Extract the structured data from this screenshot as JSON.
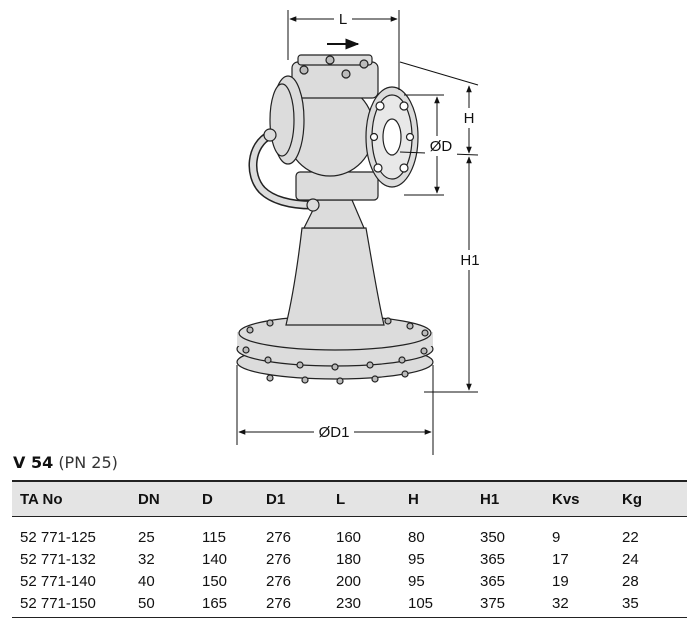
{
  "drawing": {
    "dimension_labels": {
      "L": "L",
      "H": "H",
      "D": "ØD",
      "H1": "H1",
      "D1": "ØD1"
    }
  },
  "caption": {
    "model": "V 54",
    "rating": "(PN 25)"
  },
  "table": {
    "headers": [
      "TA No",
      "DN",
      "D",
      "D1",
      "L",
      "H",
      "H1",
      "Kvs",
      "Kg"
    ],
    "rows": [
      [
        "52 771-125",
        "25",
        "115",
        "276",
        "160",
        "80",
        "350",
        "9",
        "22"
      ],
      [
        "52 771-132",
        "32",
        "140",
        "276",
        "180",
        "95",
        "365",
        "17",
        "24"
      ],
      [
        "52 771-140",
        "40",
        "150",
        "276",
        "200",
        "95",
        "365",
        "19",
        "28"
      ],
      [
        "52 771-150",
        "50",
        "165",
        "276",
        "230",
        "105",
        "375",
        "32",
        "35"
      ]
    ]
  },
  "colors": {
    "header_bg": "#e4e4e4",
    "drawing_fill": "#dcdcdc",
    "rule": "#222222"
  }
}
